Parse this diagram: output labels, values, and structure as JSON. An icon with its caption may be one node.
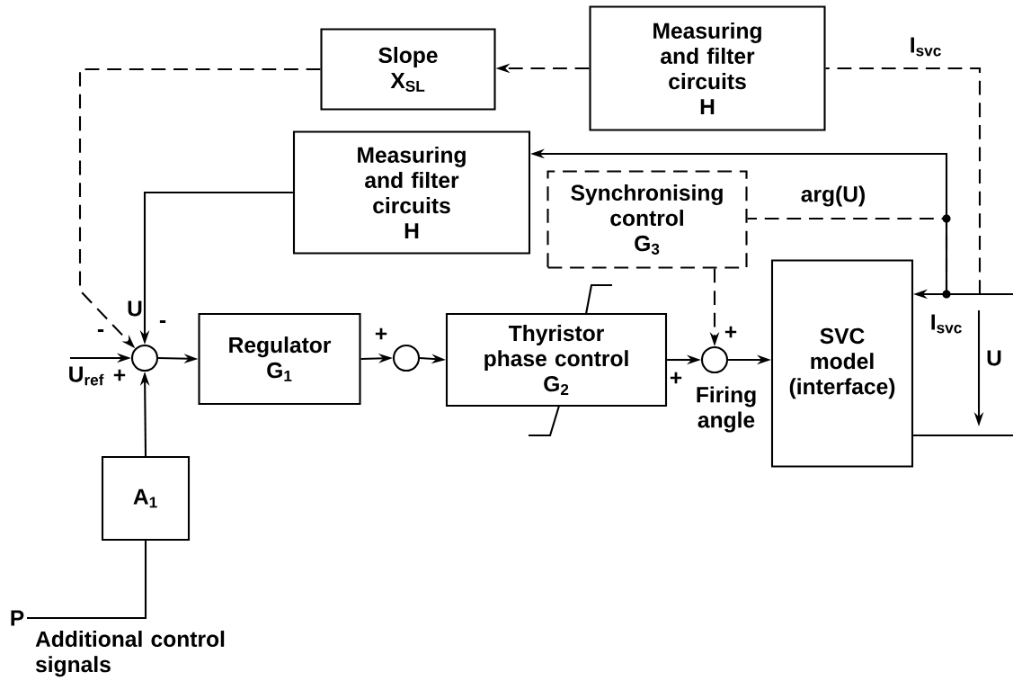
{
  "diagram": {
    "nodes": [
      {
        "text": [
          "Slope",
          "X$_{SL}$"
        ]
      },
      {
        "text": [
          "Measuring and filter circuits",
          "H"
        ]
      },
      {
        "text": [
          "Measuring and filter circuits",
          "H"
        ]
      },
      {
        "text": [
          "Synchronising control",
          "G$_{3}$"
        ]
      },
      {
        "text": [],
        "shape": "circle"
      },
      {
        "text": [
          "Regulator",
          "G$_{1}$"
        ]
      },
      {
        "text": [],
        "shape": "circle"
      },
      {
        "text": [
          "Thyristor phase control",
          "G$_{2}$"
        ]
      },
      {
        "text": [],
        "shape": "circle"
      },
      {
        "text": [
          "SVC model (interface)"
        ]
      },
      {
        "text": [
          "A$_{1}$"
        ]
      },
      {
        "text": [
          "P"
        ],
        "beside": [
          "Additional control signals"
        ]
      }
    ],
    "edges": [
      {
        "from": 1,
        "to": 0,
        "arrow": "to",
        "style": "dashed"
      },
      {
        "from": 0,
        "to": 4,
        "arrow": "to",
        "style": "dashed"
      },
      {
        "from": 2,
        "to": 4,
        "arrow": "to"
      },
      {
        "from": null,
        "to": 4,
        "arrow": "to",
        "label": "U$_{ref}$"
      },
      {
        "from": 10,
        "to": 4,
        "arrow": "to"
      },
      {
        "from": 11,
        "to": 10,
        "arrow": "none"
      },
      {
        "from": 4,
        "to": 5,
        "arrow": "to"
      },
      {
        "from": 5,
        "to": 6,
        "arrow": "to"
      },
      {
        "from": 6,
        "to": 7,
        "arrow": "to"
      },
      {
        "from": 7,
        "to": 8,
        "arrow": "to"
      },
      {
        "from": 3,
        "to": 8,
        "arrow": "to",
        "style": "dashed"
      },
      {
        "from": 8,
        "to": 9,
        "arrow": "to"
      },
      {
        "from": null,
        "to": 9,
        "arrow": "to"
      },
      {
        "from": null,
        "to": 2,
        "arrow": "to"
      },
      {
        "from": null,
        "to": 3,
        "arrow": "none",
        "style": "dashed"
      },
      {
        "from": null,
        "to": 1,
        "arrow": "none",
        "style": "dashed"
      },
      {
        "from": 9,
        "to": null,
        "arrow": "none"
      }
    ],
    "labels": [
      "I$_{svc}$",
      "arg(U)",
      "U",
      "-",
      "-",
      "+",
      "+",
      "I$_{svc}$",
      "U",
      "+",
      "+",
      "Firing angle"
    ]
  }
}
